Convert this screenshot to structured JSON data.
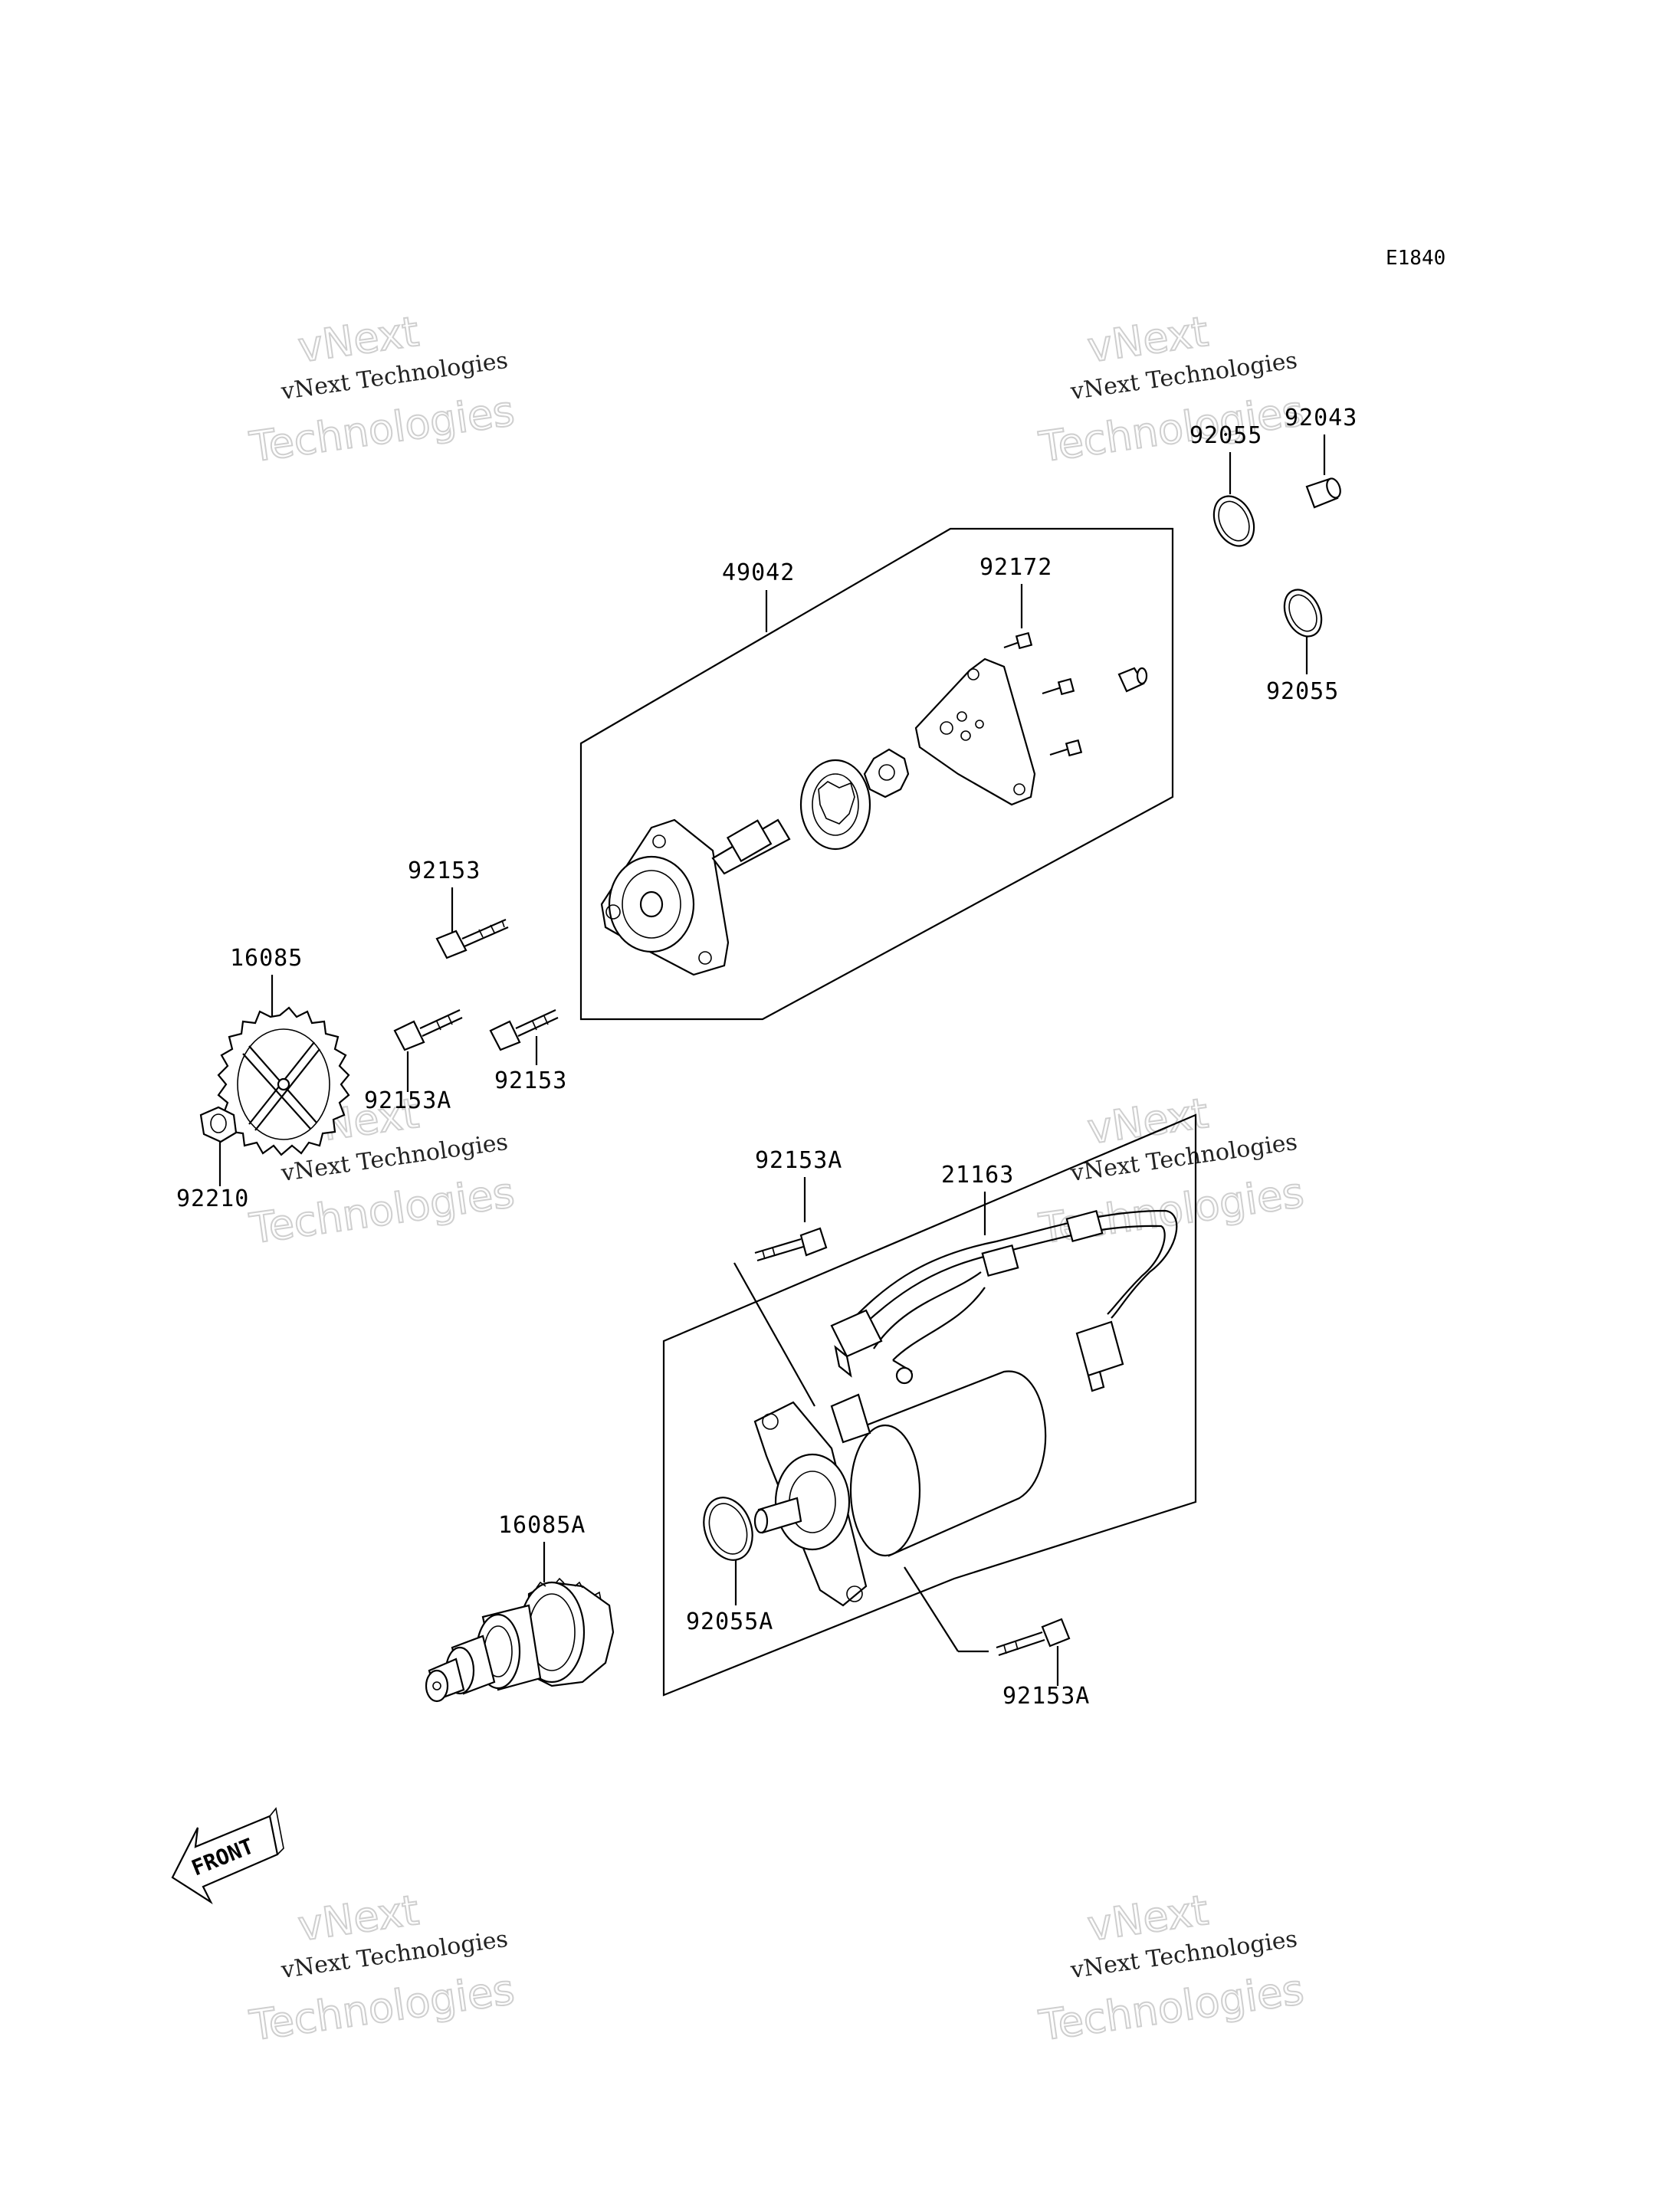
{
  "diagram_code": "E1840",
  "front_label": "FRONT",
  "watermark": {
    "line1": "vNext",
    "line2": "vNext Technologies",
    "line3": "Technologies"
  },
  "part_labels": {
    "p49042": "49042",
    "p92172": "92172",
    "p92055_top": "92055",
    "p92043": "92043",
    "p92055_mid": "92055",
    "p92153_top": "92153",
    "p16085": "16085",
    "p92153A_left": "92153A",
    "p92153_mid": "92153",
    "p92210": "92210",
    "p92153A_center": "92153A",
    "p21163": "21163",
    "p16085A": "16085A",
    "p92055A": "92055A",
    "p92153A_bottom": "92153A"
  }
}
